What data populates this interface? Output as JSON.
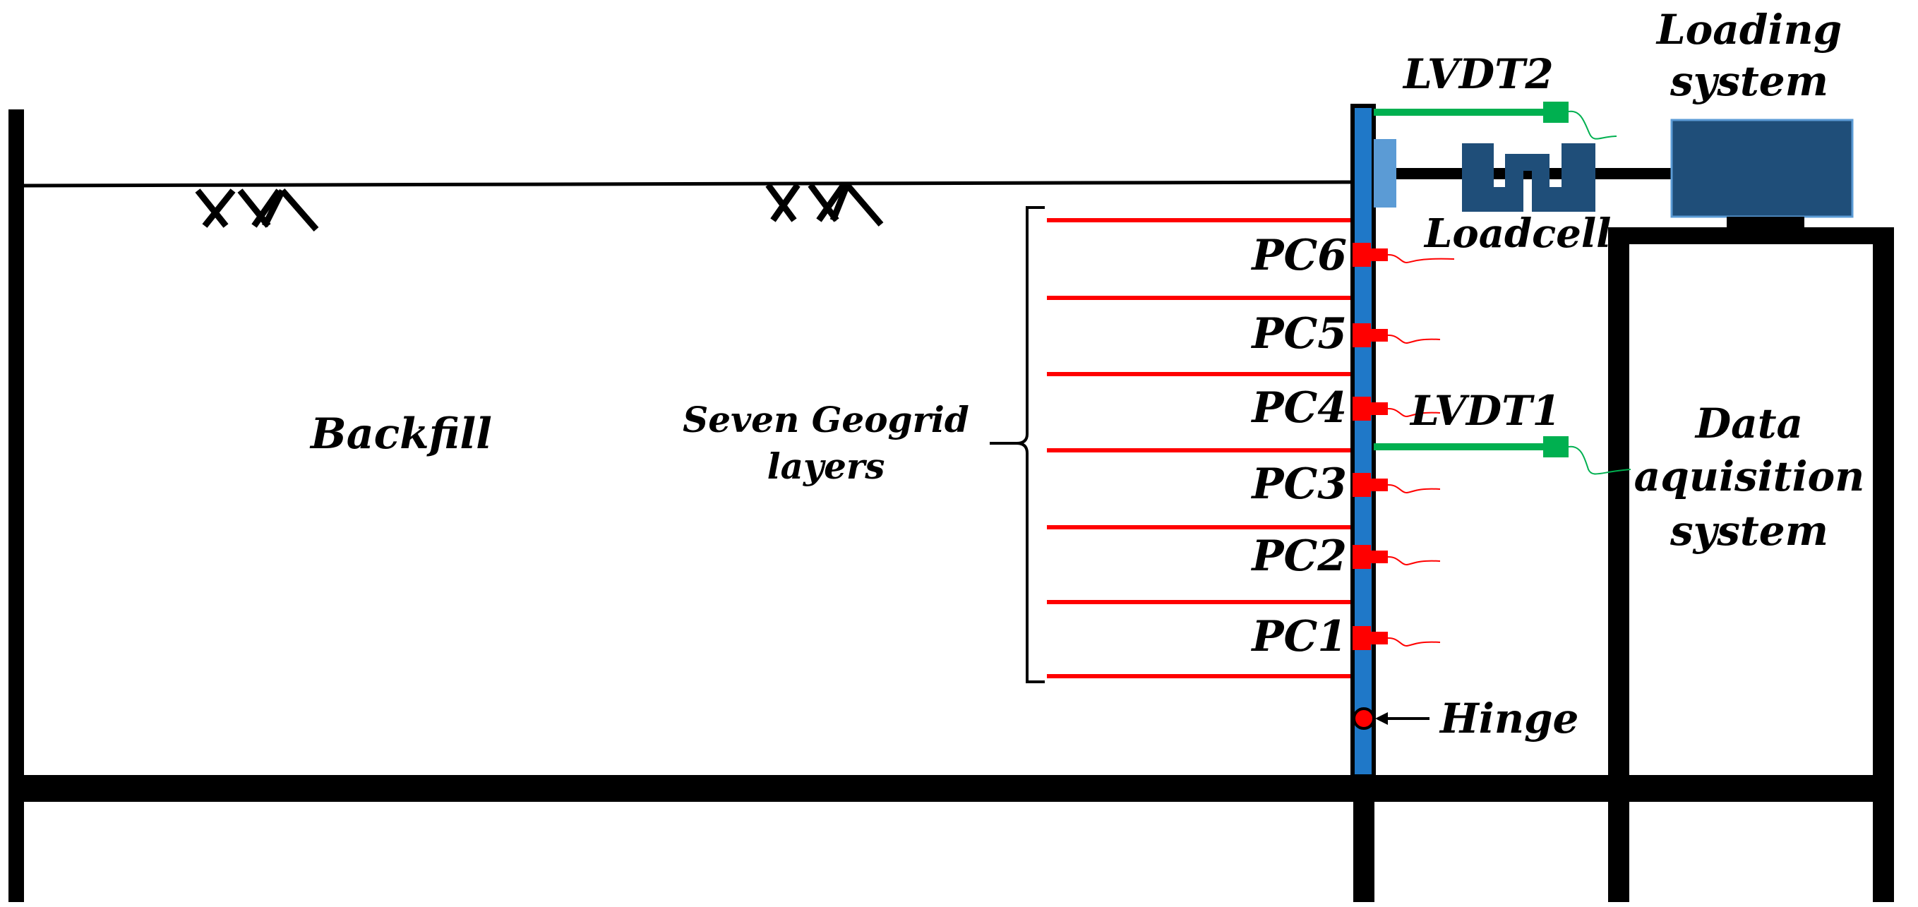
{
  "labels": {
    "loading_system_line1": "Loading",
    "loading_system_line2": "system",
    "lvdt2": "LVDT2",
    "lvdt1": "LVDT1",
    "loadcell": "Loadcell",
    "backfill": "Backfill",
    "geogrid_line1": "Seven Geogrid",
    "geogrid_line2": "layers",
    "data_acq_line1": "Data",
    "data_acq_line2": "aquisition",
    "data_acq_line3": "system",
    "hinge": "Hinge",
    "pressure_cells": [
      "PC6",
      "PC5",
      "PC4",
      "PC3",
      "PC2",
      "PC1"
    ]
  },
  "colors": {
    "frame": "#000000",
    "wall": "#1f78c8",
    "wall_pad": "#5b9bd5",
    "geogrid": "#ff0000",
    "pressure_cell": "#ff0000",
    "lvdt": "#00b050",
    "loadcell": "#1f4e79",
    "loading_box": "#1f4e79"
  },
  "icons": [
    "soil-hatch-icon",
    "hinge-pin-icon",
    "arrow-icon"
  ]
}
